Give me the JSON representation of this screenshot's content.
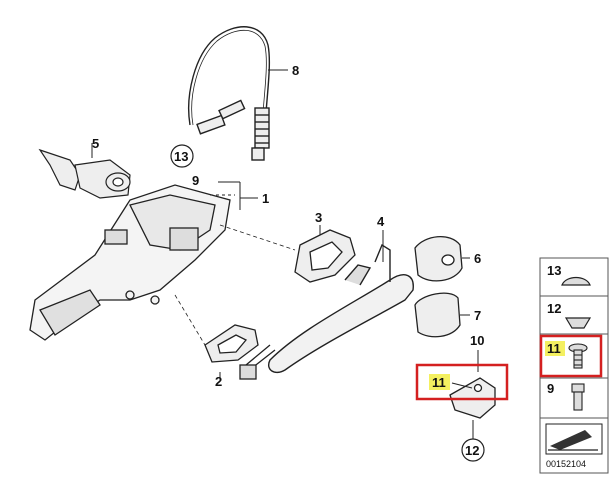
{
  "callouts": {
    "c1": "1",
    "c2": "2",
    "c3": "3",
    "c4": "4",
    "c5": "5",
    "c6": "6",
    "c7": "7",
    "c8": "8",
    "c9": "9",
    "c10": "10",
    "c11": "11",
    "c12": "12",
    "c13": "13"
  },
  "legend": {
    "item13": "13",
    "item12": "12",
    "item11": "11",
    "item9": "9"
  },
  "diagram_id": "00152104",
  "colors": {
    "highlight_box": "#d42020",
    "highlight_fill": "#f4f060",
    "line": "#222222",
    "part_fill": "#eeeeee"
  }
}
